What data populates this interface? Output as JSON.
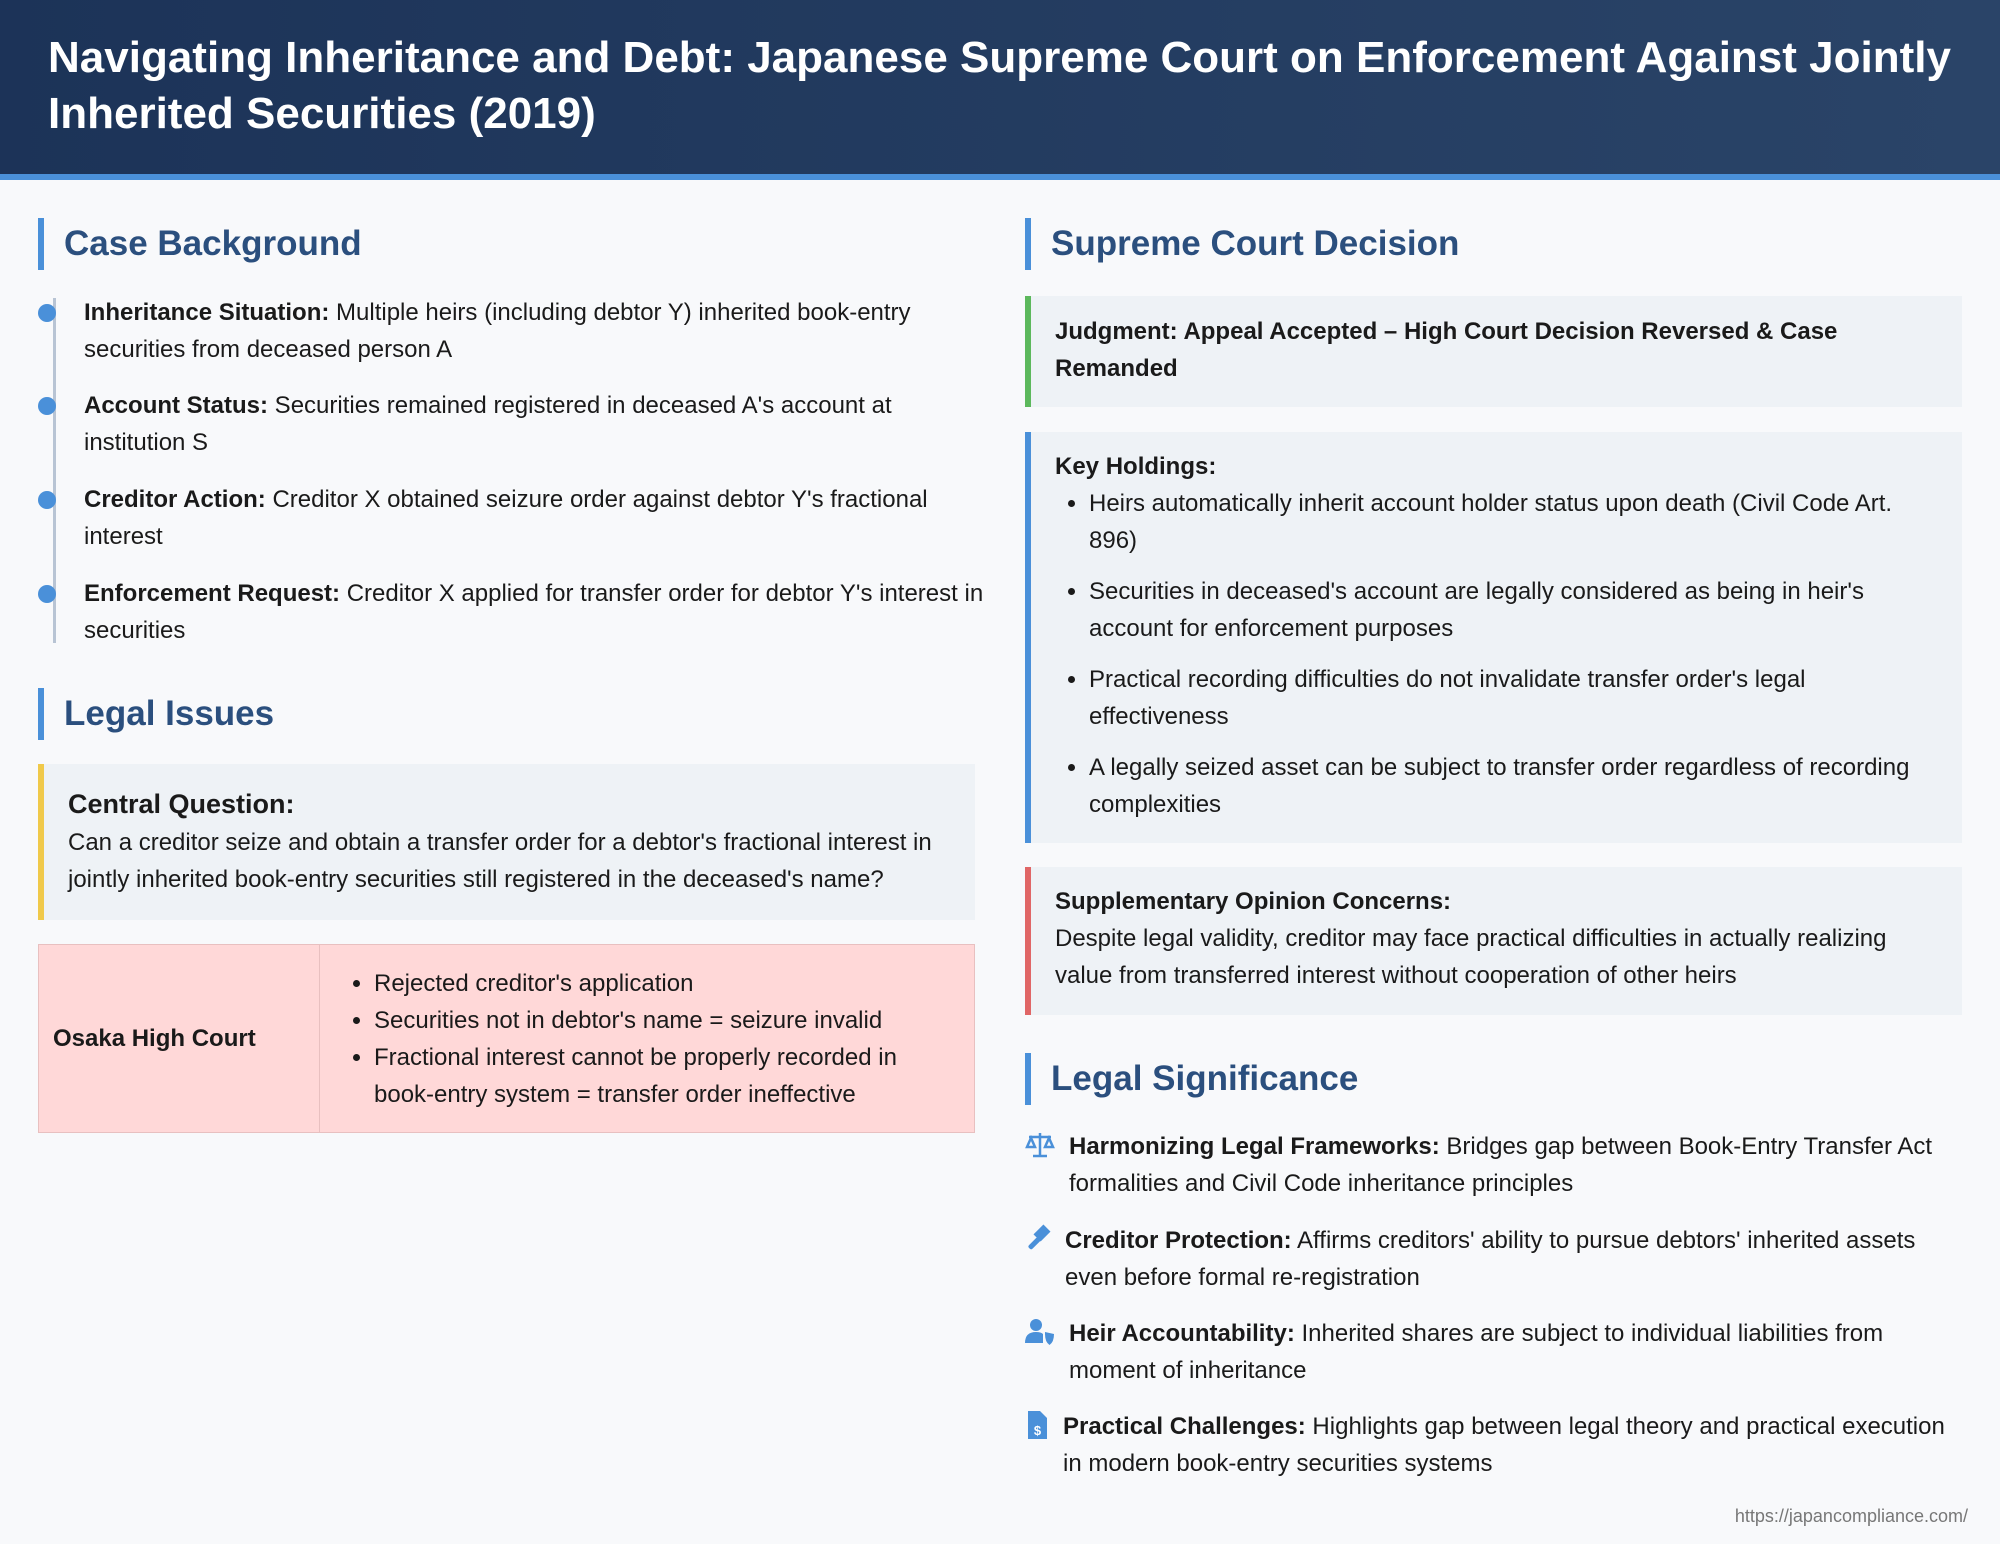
{
  "header": {
    "title": "Navigating Inheritance and Debt: Japanese Supreme Court on Enforcement Against Jointly Inherited Securities (2019)"
  },
  "background": {
    "heading": "Case Background",
    "items": [
      {
        "label": "Inheritance Situation:",
        "text": " Multiple heirs (including debtor Y) inherited book-entry securities from deceased person A"
      },
      {
        "label": "Account Status:",
        "text": " Securities remained registered in deceased A's account at institution S"
      },
      {
        "label": "Creditor Action:",
        "text": " Creditor X obtained seizure order against debtor Y's fractional interest"
      },
      {
        "label": "Enforcement Request:",
        "text": " Creditor X applied for transfer order for debtor Y's interest in securities"
      }
    ]
  },
  "issues": {
    "heading": "Legal Issues",
    "question_title": "Central Question:",
    "question": "Can a creditor seize and obtain a transfer order for a debtor's fractional interest in jointly inherited book-entry securities still registered in the deceased's name?",
    "court": "Osaka High Court",
    "points": [
      "Rejected creditor's application",
      "Securities not in debtor's name = seizure invalid",
      "Fractional interest cannot be properly recorded in book-entry system = transfer order ineffective"
    ]
  },
  "decision": {
    "heading": "Supreme Court Decision",
    "judgment": "Judgment: Appeal Accepted – High Court Decision Reversed & Case Remanded",
    "holdings_title": "Key Holdings:",
    "holdings": [
      "Heirs automatically inherit account holder status upon death (Civil Code Art. 896)",
      "Securities in deceased's account are legally considered as being in heir's account for enforcement purposes",
      "Practical recording difficulties do not invalidate transfer order's legal effectiveness",
      "A legally seized asset can be subject to transfer order regardless of recording complexities"
    ],
    "supp_title": "Supplementary Opinion Concerns:",
    "supp": "Despite legal validity, creditor may face practical difficulties in actually realizing value from transferred interest without cooperation of other heirs"
  },
  "significance": {
    "heading": "Legal Significance",
    "items": [
      {
        "icon": "balance-scale-icon",
        "label": "Harmonizing Legal Frameworks:",
        "text": " Bridges gap between Book-Entry Transfer Act formalities and Civil Code inheritance principles"
      },
      {
        "icon": "gavel-icon",
        "label": "Creditor Protection:",
        "text": " Affirms creditors' ability to pursue debtors' inherited assets even before formal re-registration"
      },
      {
        "icon": "user-shield-icon",
        "label": "Heir Accountability:",
        "text": " Inherited shares are subject to individual liabilities from moment of inheritance"
      },
      {
        "icon": "file-invoice-dollar-icon",
        "label": "Practical Challenges:",
        "text": " Highlights gap between legal theory and practical execution in modern book-entry securities systems"
      }
    ]
  },
  "footer": {
    "url": "https://japancompliance.com/"
  },
  "colors": {
    "accent": "#4a90d9",
    "green": "#5cb85c",
    "yellow": "#f0c94a",
    "red": "#e06666"
  }
}
